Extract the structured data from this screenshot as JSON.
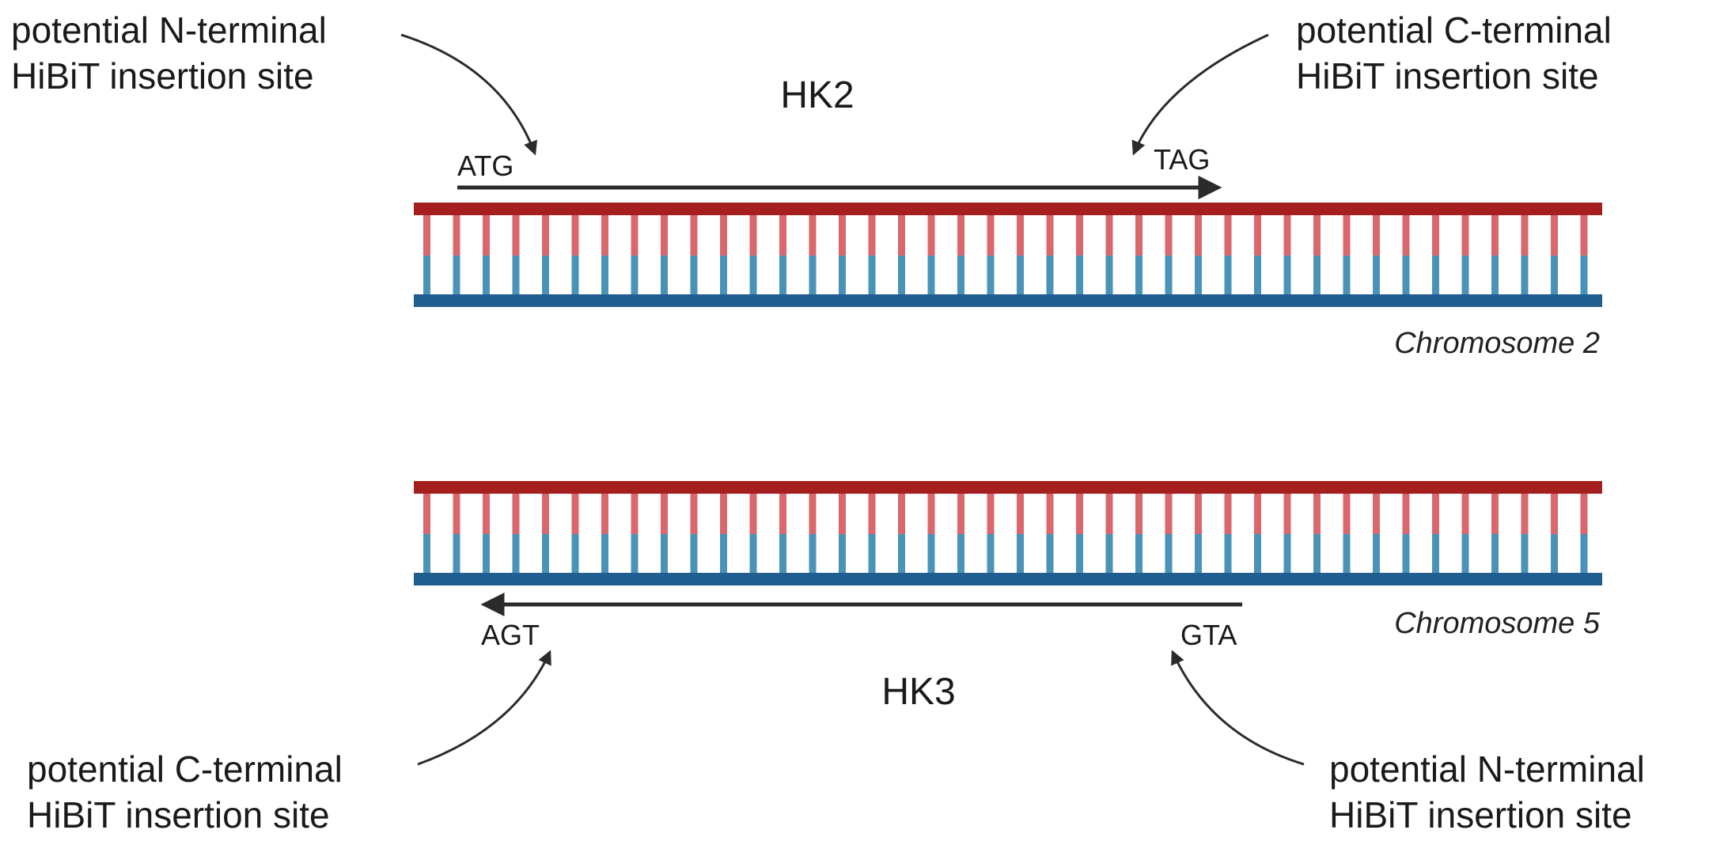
{
  "colors": {
    "top_strand": "#A51F1F",
    "top_rung": "#D9676C",
    "bottom_strand": "#1F5E8E",
    "bottom_rung": "#4A93B8",
    "arrow": "#2b2b2b",
    "text": "#1a1a1a"
  },
  "dna1": {
    "gene": "HK2",
    "start_codon": "ATG",
    "stop_codon": "TAG",
    "chromosome": "Chromosome 2",
    "left_label": [
      "potential N-terminal",
      "HiBiT insertion site"
    ],
    "right_label": [
      "potential C-terminal",
      "HiBiT insertion site"
    ]
  },
  "dna2": {
    "gene": "HK3",
    "left_codon": "AGT",
    "right_codon": "GTA",
    "chromosome": "Chromosome 5",
    "left_label": [
      "potential C-terminal",
      "HiBiT insertion site"
    ],
    "right_label": [
      "potential N-terminal",
      "HiBiT insertion site"
    ]
  }
}
